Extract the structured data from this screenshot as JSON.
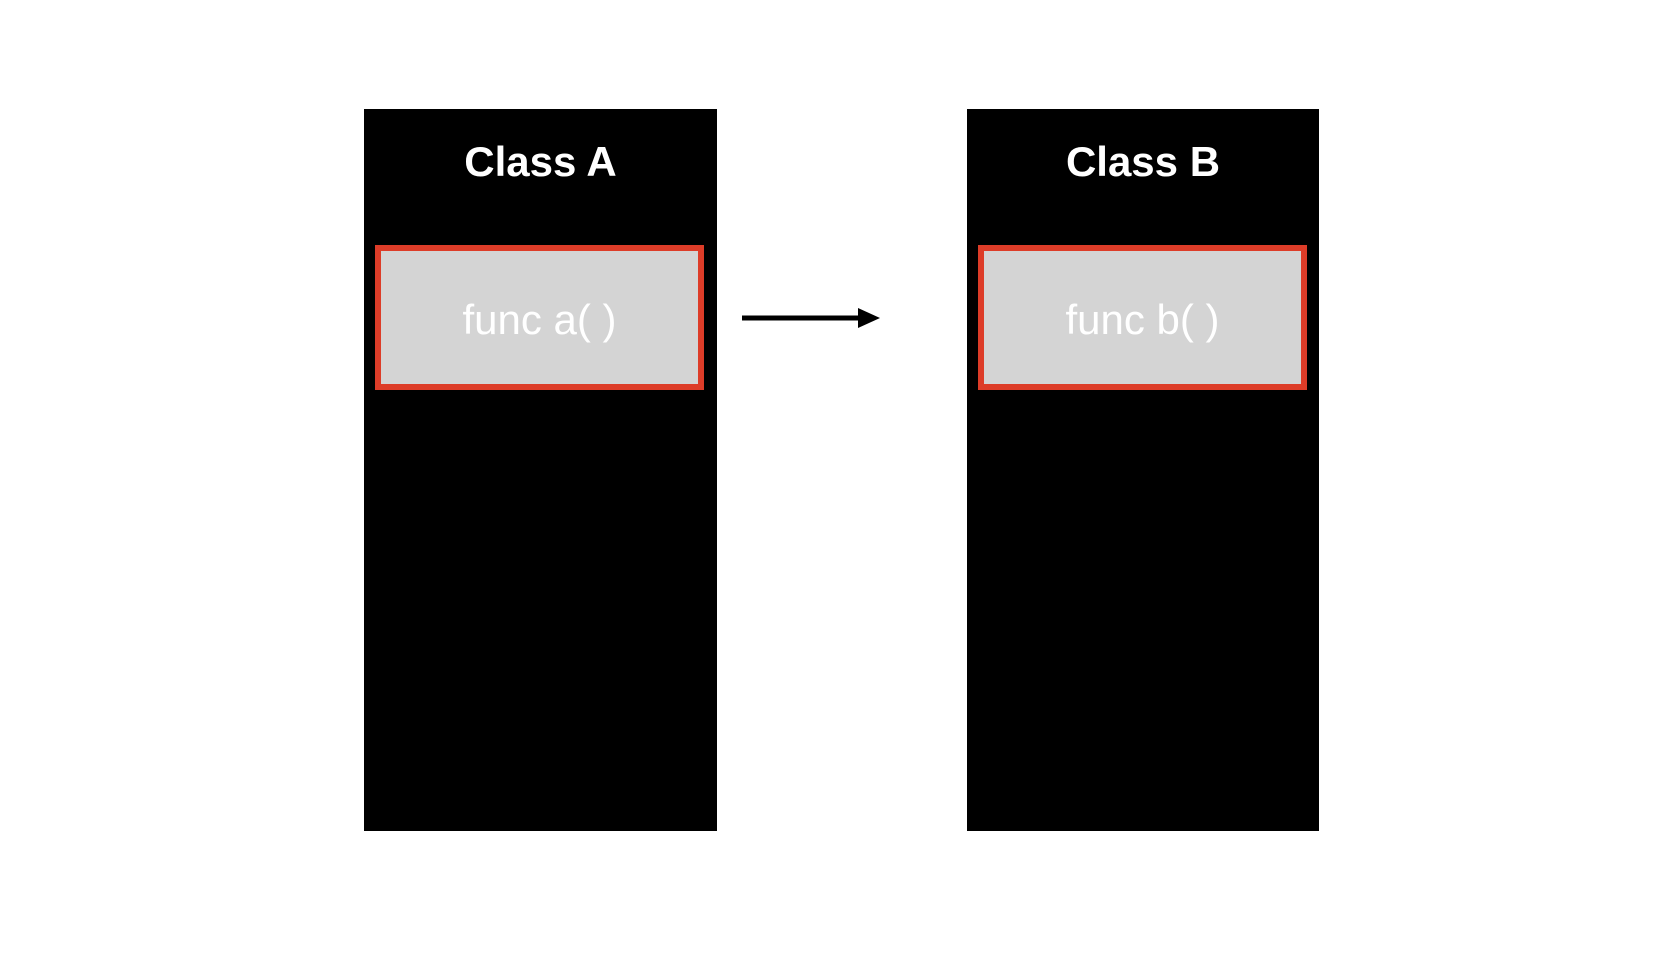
{
  "diagram": {
    "type": "class-relationship",
    "background_color": "#ffffff",
    "classes": [
      {
        "id": "class-a",
        "title": "Class A",
        "box_color": "#000000",
        "title_color": "#ffffff",
        "methods": [
          {
            "label": "func a( )",
            "fill_color": "#d4d4d4",
            "border_color": "#dd3c28",
            "text_color": "#ffffff",
            "highlighted": true
          }
        ]
      },
      {
        "id": "class-b",
        "title": "Class B",
        "box_color": "#000000",
        "title_color": "#ffffff",
        "methods": [
          {
            "label": "func b( )",
            "fill_color": "#d4d4d4",
            "border_color": "#dd3c28",
            "text_color": "#ffffff",
            "highlighted": true
          }
        ]
      }
    ],
    "connectors": [
      {
        "id": "call-arrow",
        "from": "class-a.func a( )",
        "to": "class-b.func b( )",
        "label": "",
        "color": "#000000",
        "style": "solid-arrow",
        "direction": "right"
      }
    ]
  }
}
